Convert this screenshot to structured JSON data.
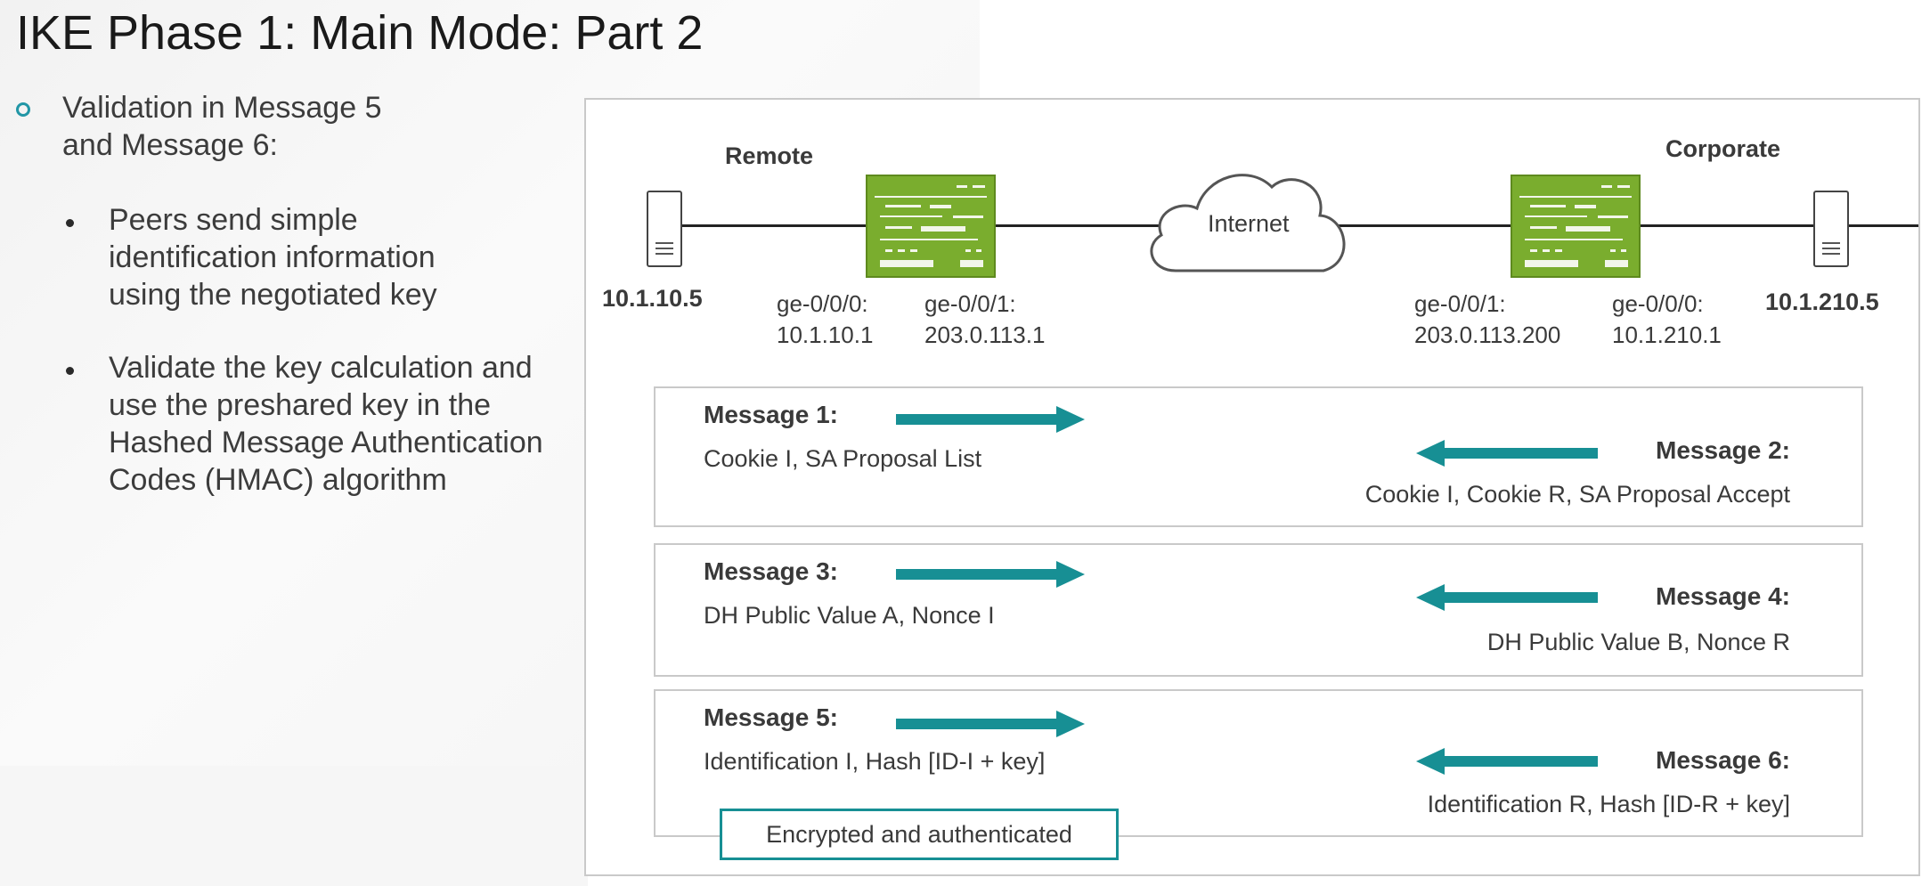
{
  "title": "IKE Phase 1: Main Mode: Part 2",
  "bullets": {
    "main": "Validation in Message 5 and Message 6:",
    "sub": [
      "Peers send simple identification information using the negotiated key",
      "Validate the key calculation and use the preshared key in the Hashed Message Authentication Codes (HMAC) algorithm"
    ]
  },
  "topology": {
    "remote_label": "Remote",
    "corporate_label": "Corporate",
    "cloud_label": "Internet",
    "left_host_ip": "10.1.10.5",
    "right_host_ip": "10.1.210.5",
    "left_router": {
      "if1_name": "ge-0/0/0:",
      "if1_ip": "10.1.10.1",
      "if2_name": "ge-0/0/1:",
      "if2_ip": "203.0.113.1"
    },
    "right_router": {
      "if1_name": "ge-0/0/1:",
      "if1_ip": "203.0.113.200",
      "if2_name": "ge-0/0/0:",
      "if2_ip": "10.1.210.1"
    }
  },
  "messages": [
    {
      "left_title": "Message 1:",
      "left_desc": "Cookie I, SA Proposal List",
      "right_title": "Message 2:",
      "right_desc": "Cookie I, Cookie R, SA Proposal Accept"
    },
    {
      "left_title": "Message 3:",
      "left_desc": "DH Public Value A, Nonce I",
      "right_title": "Message 4:",
      "right_desc": "DH Public Value B, Nonce R"
    },
    {
      "left_title": "Message 5:",
      "left_desc": "Identification I, Hash [ID-I + key]",
      "right_title": "Message 6:",
      "right_desc": "Identification R, Hash [ID-R + key]"
    }
  ],
  "encrypted_label": "Encrypted and authenticated",
  "colors": {
    "accent_teal": "#178f94",
    "router_green": "#7aad2e",
    "bullet_ring": "#2196a6"
  }
}
